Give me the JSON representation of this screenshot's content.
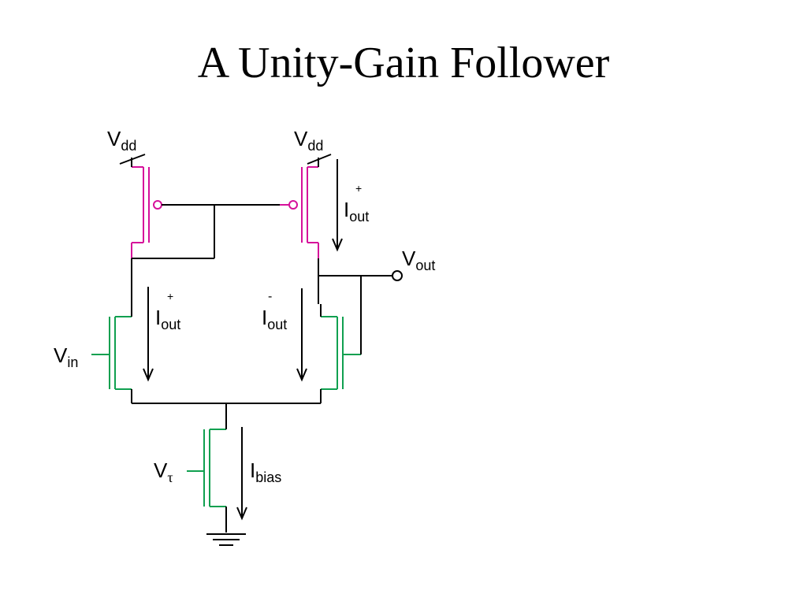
{
  "slide": {
    "title": "A Unity-Gain Follower"
  },
  "colors": {
    "pmos": "#d6109a",
    "nmos": "#10a050",
    "wire": "#000000"
  },
  "labels": {
    "vdd_left": {
      "main": "V",
      "sub": "dd"
    },
    "vdd_right": {
      "main": "V",
      "sub": "dd"
    },
    "iout_plus_top": {
      "main": "I",
      "sub": "out",
      "sup": "+"
    },
    "vout": {
      "main": "V",
      "sub": "out"
    },
    "iout_plus_mid": {
      "main": "I",
      "sub": "out",
      "sup": "+"
    },
    "iout_minus_mid": {
      "main": "I",
      "sub": "out",
      "sup": "-"
    },
    "vin": {
      "main": "V",
      "sub": "in"
    },
    "vtau": {
      "main": "V",
      "sub": "τ"
    },
    "ibias": {
      "main": "I",
      "sub": "bias"
    }
  }
}
